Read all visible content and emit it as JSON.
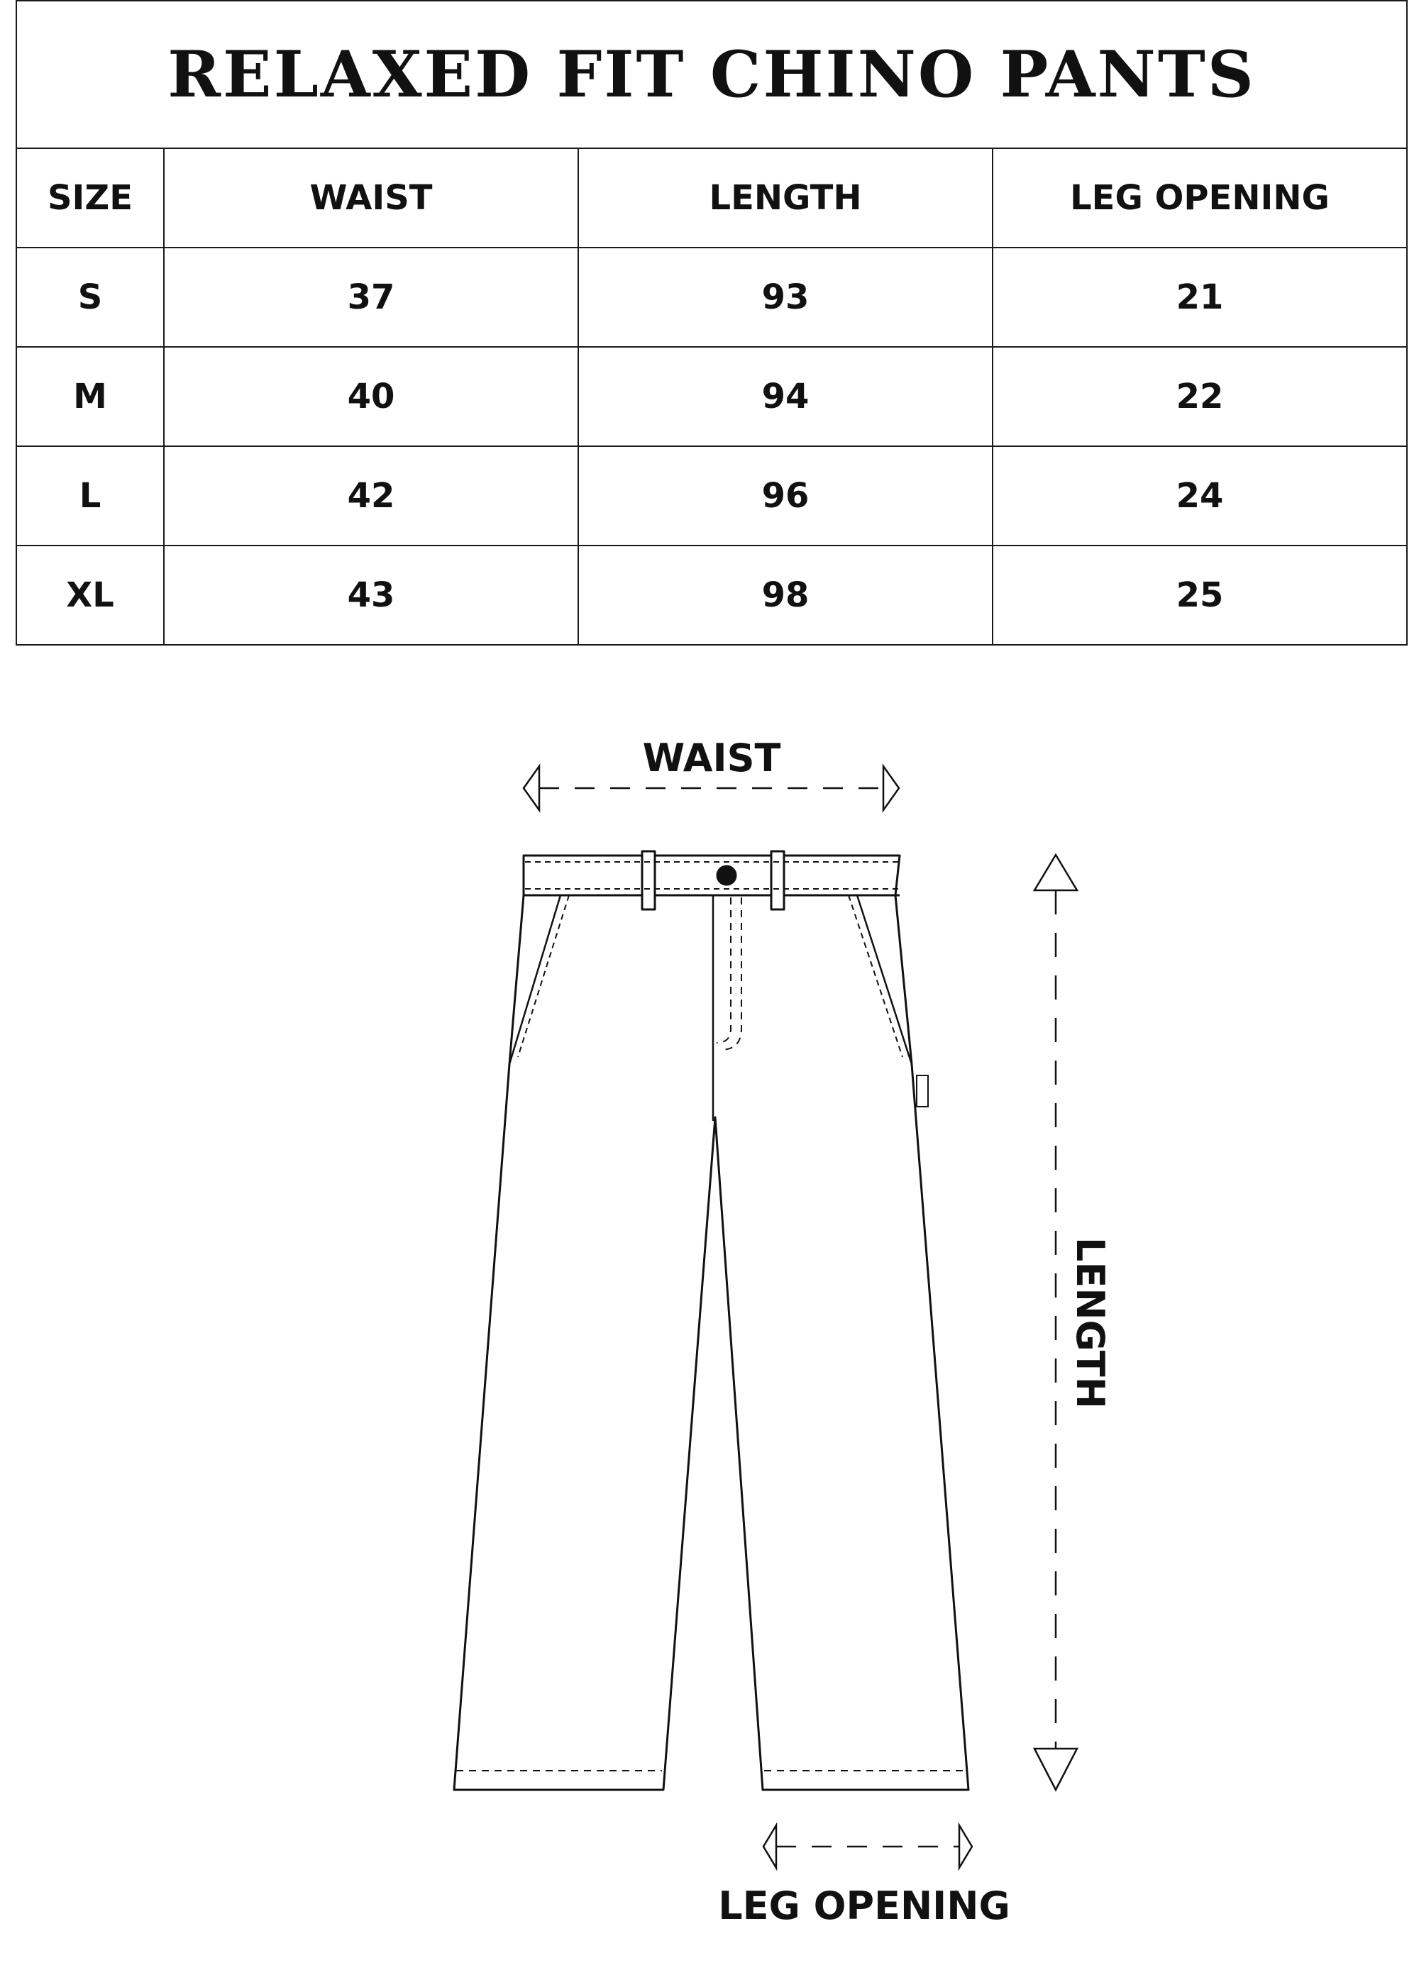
{
  "title": "RELAXED FIT CHINO PANTS",
  "table": {
    "headers": [
      "SIZE",
      "WAIST",
      "LENGTH",
      "LEG OPENING"
    ],
    "rows": [
      [
        "S",
        "37",
        "93",
        "21"
      ],
      [
        "M",
        "40",
        "94",
        "22"
      ],
      [
        "L",
        "42",
        "96",
        "24"
      ],
      [
        "XL",
        "43",
        "98",
        "25"
      ]
    ]
  },
  "diagram": {
    "waist_label": "WAIST",
    "length_label": "LENGTH",
    "leg_opening_label": "LEG OPENING"
  }
}
